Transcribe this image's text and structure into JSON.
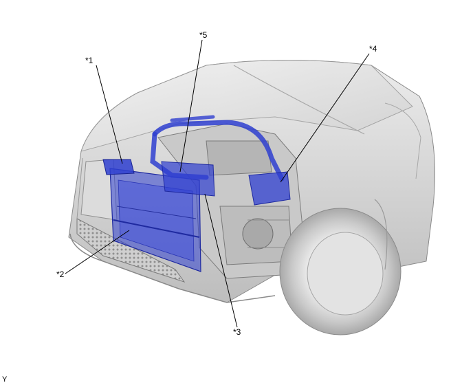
{
  "callouts": {
    "c1": "*1",
    "c2": "*2",
    "c3": "*3",
    "c4": "*4",
    "c5": "*5"
  },
  "corner_mark": "Y",
  "colors": {
    "highlight": "#2f3fd0",
    "body_gray": "#d6d6d6",
    "line": "#000000"
  }
}
